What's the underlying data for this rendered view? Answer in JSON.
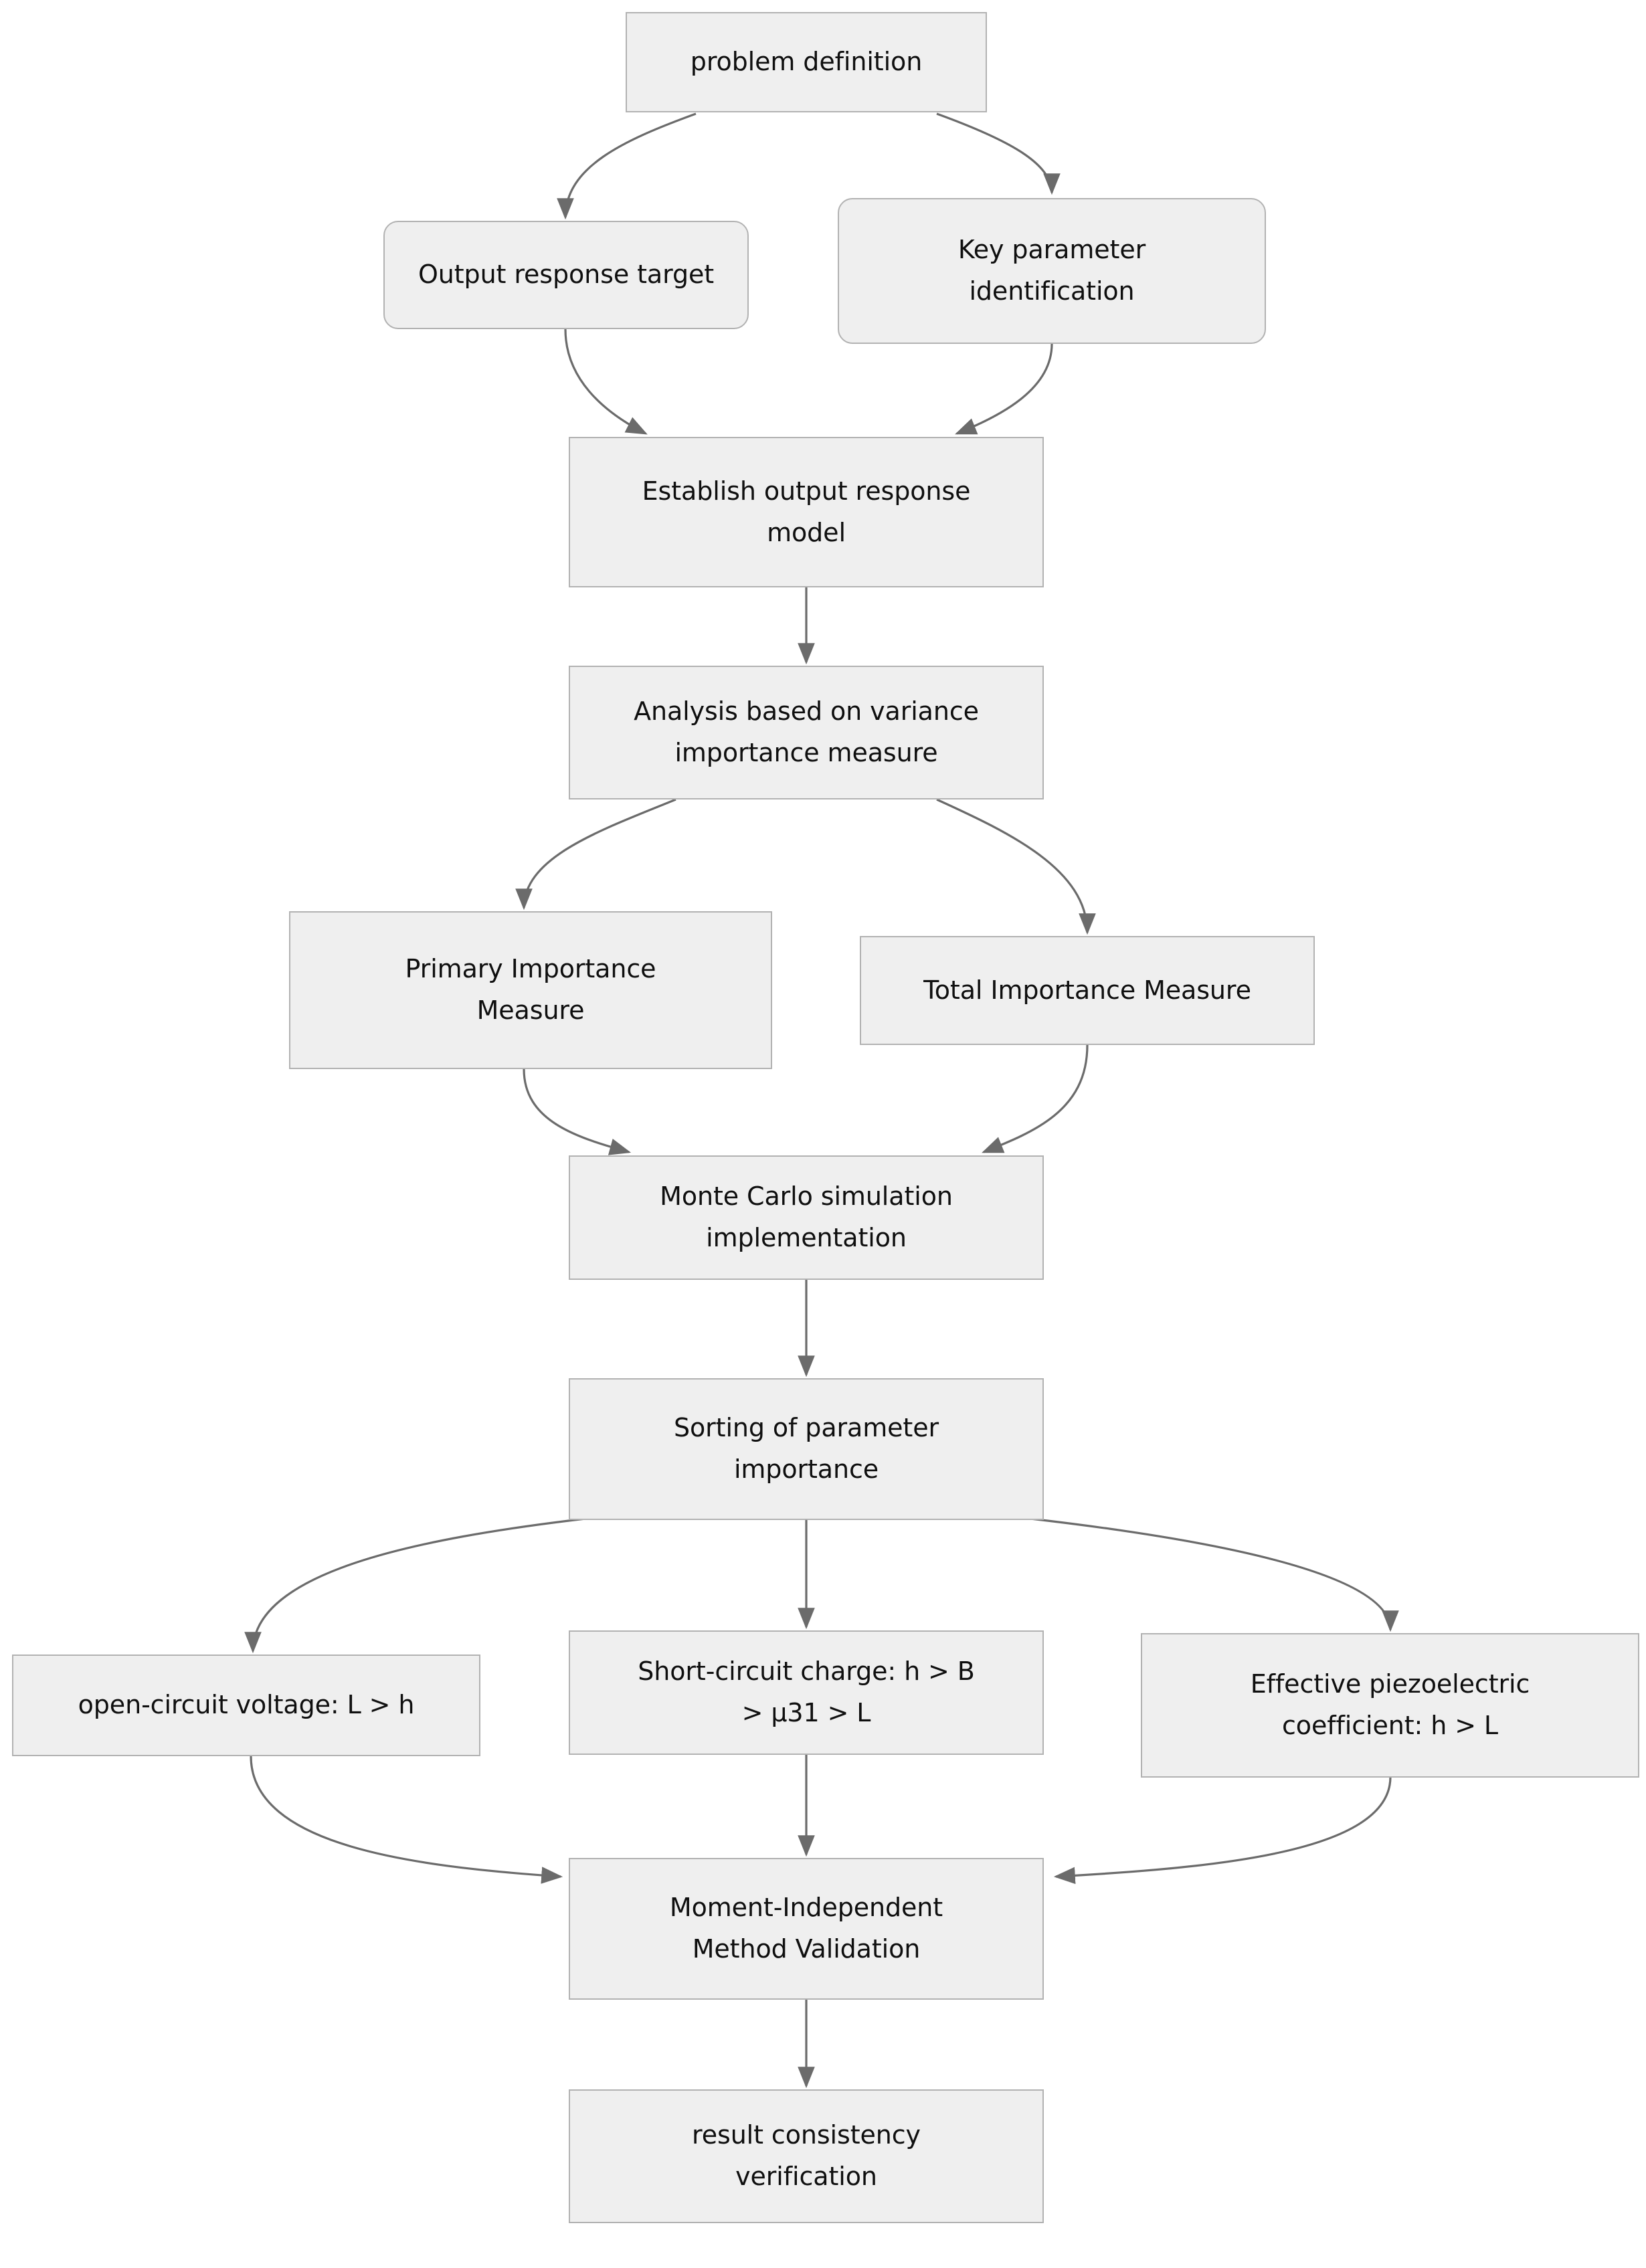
{
  "diagram": {
    "type": "flowchart",
    "orientation": "top-to-bottom",
    "background_color": "#ffffff",
    "node_fill_color": "#efefef",
    "node_border_color": "#b2b2b2",
    "edge_color": "#6b6b6b",
    "text_color": "#0f0f0f",
    "nodes": [
      {
        "id": "problem-definition",
        "label": "problem definition",
        "shape": "rectangle"
      },
      {
        "id": "output-response-target",
        "label": "Output response target",
        "shape": "rounded-rectangle"
      },
      {
        "id": "key-parameter-identification",
        "label": "Key parameter\nidentification",
        "shape": "rounded-rectangle"
      },
      {
        "id": "establish-output-response-model",
        "label": "Establish output response\nmodel",
        "shape": "rectangle"
      },
      {
        "id": "analysis-variance-importance-measure",
        "label": "Analysis based on variance\nimportance measure",
        "shape": "rectangle"
      },
      {
        "id": "primary-importance-measure",
        "label": "Primary Importance\nMeasure",
        "shape": "rectangle"
      },
      {
        "id": "total-importance-measure",
        "label": "Total Importance Measure",
        "shape": "rectangle"
      },
      {
        "id": "monte-carlo-simulation-implementation",
        "label": "Monte Carlo simulation\nimplementation",
        "shape": "rectangle"
      },
      {
        "id": "sorting-of-parameter-importance",
        "label": "Sorting of parameter\nimportance",
        "shape": "rectangle"
      },
      {
        "id": "open-circuit-voltage",
        "label": "open-circuit voltage: L > h",
        "shape": "rectangle"
      },
      {
        "id": "short-circuit-charge",
        "label": "Short-circuit charge: h > B\n> µ31 > L",
        "shape": "rectangle"
      },
      {
        "id": "effective-piezoelectric-coefficient",
        "label": "Effective piezoelectric\ncoefficient: h > L",
        "shape": "rectangle"
      },
      {
        "id": "moment-independent-method-validation",
        "label": "Moment-Independent\nMethod Validation",
        "shape": "rectangle"
      },
      {
        "id": "result-consistency-verification",
        "label": "result consistency\nverification",
        "shape": "rectangle"
      }
    ],
    "edges": [
      {
        "from": "problem-definition",
        "to": "output-response-target",
        "style": "curved-arrow"
      },
      {
        "from": "problem-definition",
        "to": "key-parameter-identification",
        "style": "curved-arrow"
      },
      {
        "from": "output-response-target",
        "to": "establish-output-response-model",
        "style": "curved-arrow"
      },
      {
        "from": "key-parameter-identification",
        "to": "establish-output-response-model",
        "style": "curved-arrow"
      },
      {
        "from": "establish-output-response-model",
        "to": "analysis-variance-importance-measure",
        "style": "straight-arrow"
      },
      {
        "from": "analysis-variance-importance-measure",
        "to": "primary-importance-measure",
        "style": "curved-arrow"
      },
      {
        "from": "analysis-variance-importance-measure",
        "to": "total-importance-measure",
        "style": "curved-arrow"
      },
      {
        "from": "primary-importance-measure",
        "to": "monte-carlo-simulation-implementation",
        "style": "curved-arrow"
      },
      {
        "from": "total-importance-measure",
        "to": "monte-carlo-simulation-implementation",
        "style": "curved-arrow"
      },
      {
        "from": "monte-carlo-simulation-implementation",
        "to": "sorting-of-parameter-importance",
        "style": "straight-arrow"
      },
      {
        "from": "sorting-of-parameter-importance",
        "to": "open-circuit-voltage",
        "style": "curved-arrow"
      },
      {
        "from": "sorting-of-parameter-importance",
        "to": "short-circuit-charge",
        "style": "straight-arrow"
      },
      {
        "from": "sorting-of-parameter-importance",
        "to": "effective-piezoelectric-coefficient",
        "style": "curved-arrow"
      },
      {
        "from": "open-circuit-voltage",
        "to": "moment-independent-method-validation",
        "style": "curved-arrow"
      },
      {
        "from": "short-circuit-charge",
        "to": "moment-independent-method-validation",
        "style": "straight-arrow"
      },
      {
        "from": "effective-piezoelectric-coefficient",
        "to": "moment-independent-method-validation",
        "style": "curved-arrow"
      },
      {
        "from": "moment-independent-method-validation",
        "to": "result-consistency-verification",
        "style": "straight-arrow"
      }
    ]
  }
}
